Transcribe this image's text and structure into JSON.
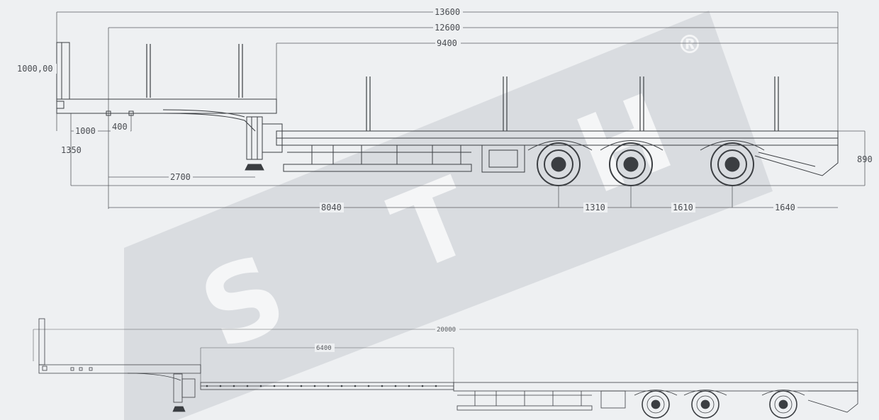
{
  "watermark": {
    "letters": [
      "S",
      "T",
      "H"
    ],
    "mark": "®",
    "band_color": "#c9ccd1"
  },
  "colors": {
    "line": "#3b3e42",
    "dim": "#5a5d61",
    "background": "#eef0f2"
  },
  "top_view": {
    "dimensions": {
      "overall_length": "13600",
      "deck_length": "12600",
      "lower_deck_length": "9400",
      "stake_height": "1000,00",
      "kingpin_setback": "1000",
      "neck_offset": "400",
      "neck_height": "1350",
      "landing_gear_position": "2700",
      "axle_spacing_1": "8040",
      "axle_spacing_2": "1310",
      "axle_spacing_3": "1610",
      "rear_overhang": "1640",
      "deck_height": "890"
    }
  },
  "bottom_view": {
    "dimensions": {
      "extended_length": "20000",
      "extension_length": "6400"
    }
  }
}
